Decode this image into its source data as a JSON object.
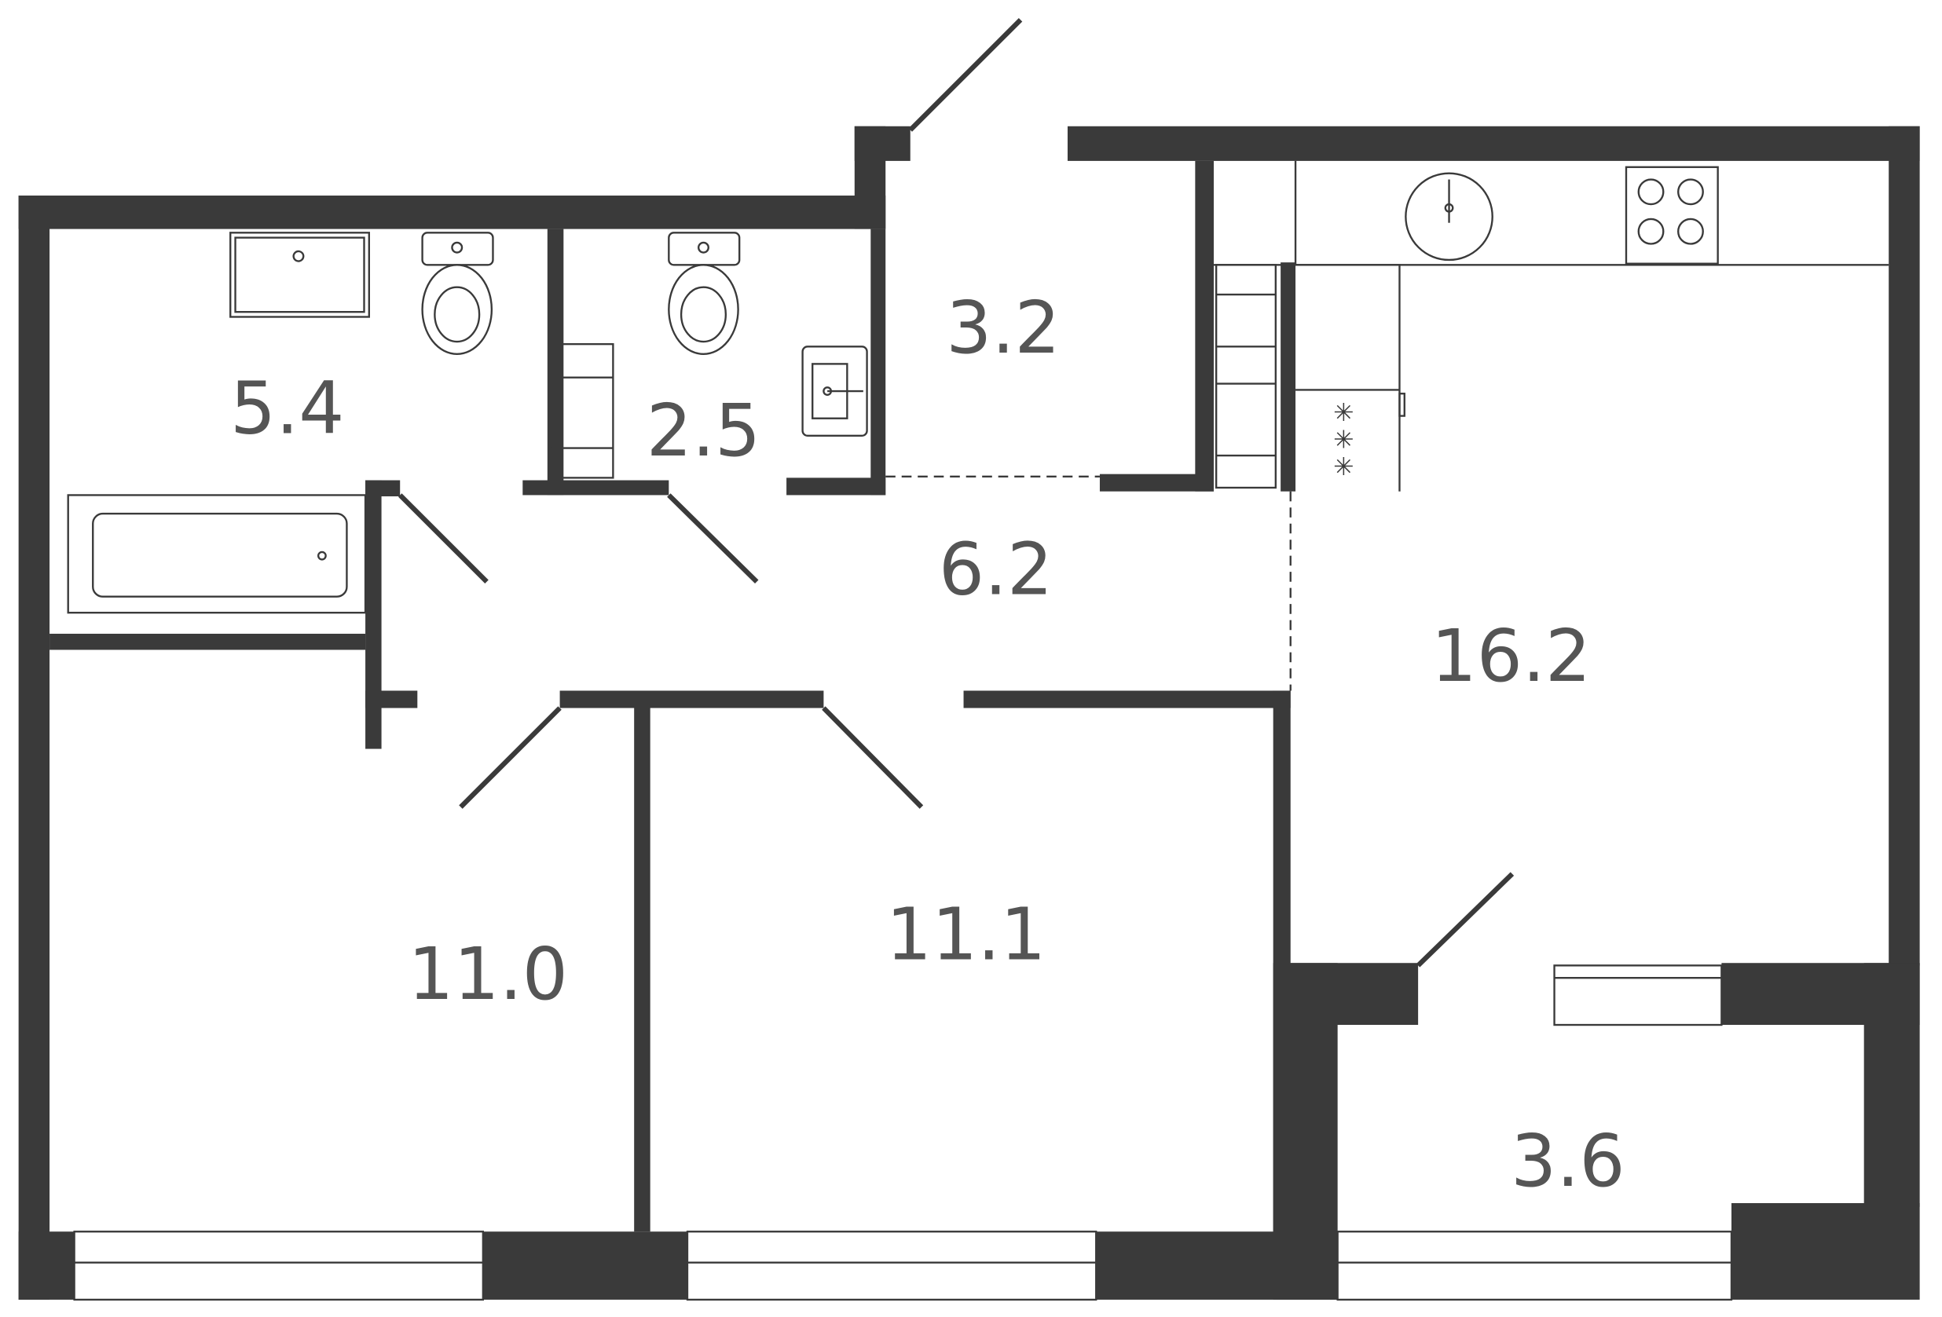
{
  "plan": {
    "rooms": [
      {
        "id": "bathroom",
        "area": "5.4"
      },
      {
        "id": "toilet",
        "area": "2.5"
      },
      {
        "id": "entrance-hall",
        "area": "3.2"
      },
      {
        "id": "corridor",
        "area": "6.2"
      },
      {
        "id": "kitchen-living",
        "area": "16.2"
      },
      {
        "id": "bedroom-1",
        "area": "11.0"
      },
      {
        "id": "bedroom-2",
        "area": "11.1"
      },
      {
        "id": "balcony",
        "area": "3.6"
      }
    ],
    "colors": {
      "wall": "#3a3a3a",
      "label": "#555555"
    }
  }
}
